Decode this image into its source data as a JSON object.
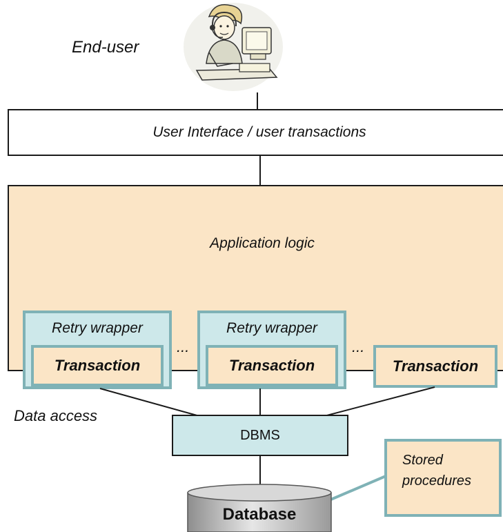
{
  "end_user": {
    "label": "End-user"
  },
  "user_interface": {
    "label": "User Interface / user transactions"
  },
  "application": {
    "label": "Application logic"
  },
  "wrappers": [
    {
      "wrapper_label": "Retry wrapper",
      "transaction_label": "Transaction"
    },
    {
      "wrapper_label": "Retry wrapper",
      "transaction_label": "Transaction"
    }
  ],
  "standalone_transaction": {
    "label": "Transaction"
  },
  "ellipsis": "...",
  "data_access": {
    "label": "Data access"
  },
  "dbms": {
    "label": "DBMS"
  },
  "database": {
    "label": "Database"
  },
  "stored_procedures": {
    "line1": "Stored",
    "line2": "procedures"
  }
}
